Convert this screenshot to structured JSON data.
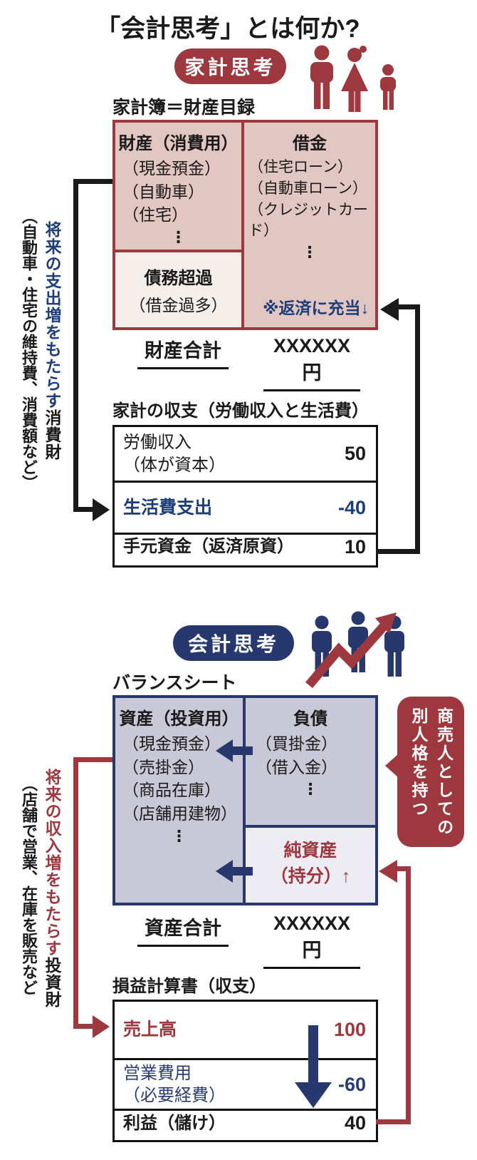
{
  "title": "「会計思考」とは何か?",
  "colors": {
    "dark_red": "#9d383e",
    "navy": "#26386e",
    "blue_text": "#1e3e7a",
    "navy_text": "#2a3c74",
    "pink_bg": "#e1c6c2",
    "offwhite_bg": "#f3eeea",
    "lavender_bg": "#c8c8d6",
    "light_cell_bg": "#ececf2"
  },
  "household": {
    "badge_label": "家計思考",
    "family_icon": "family-icon",
    "ledger_title": "家計簿＝財産目録",
    "assets_cell": {
      "header": "財産（消費用）",
      "items": [
        "（現金預金）",
        "（自動車）",
        "（住宅）"
      ],
      "more": "⋮"
    },
    "debt_cell": {
      "header": "借金",
      "items": [
        "（住宅ローン）",
        "（自動車ローン）",
        "（クレジットカード）"
      ],
      "more": "⋮",
      "repayment_note": "※返済に充当↓"
    },
    "insolvency_cell": {
      "title": "債務超過",
      "subtitle": "（借金過多）"
    },
    "total_label": "財産合計",
    "total_value": "XXXXXX円",
    "cashflow_title": "家計の収支（労働収入と生活費）",
    "cashflow_rows": [
      {
        "label": "労働収入",
        "sublabel": "（体が資本）",
        "value": "50"
      },
      {
        "label": "生活費支出",
        "sublabel": "",
        "value": "-40"
      },
      {
        "label": "手元資金（返済原資）",
        "sublabel": "",
        "value": "10"
      }
    ],
    "side_note": {
      "lead": "将来の支出増をもたらす",
      "tail": "消費財",
      "detail": "（自動車・住宅の維持費、消費額など）"
    }
  },
  "accounting": {
    "badge_label": "会計思考",
    "growth_icon": "people-growth-icon",
    "sheet_title": "バランスシート",
    "assets_cell": {
      "header": "資産（投資用）",
      "items": [
        "（現金預金）",
        "（売掛金）",
        "（商品在庫）",
        "（店舗用建物）"
      ],
      "more": "⋮"
    },
    "liabilities_cell": {
      "header": "負債",
      "items": [
        "（買掛金）",
        "（借入金）"
      ],
      "more": "⋮"
    },
    "net_assets_cell": {
      "line1": "純資産",
      "line2": "（持分）↑"
    },
    "total_label": "資産合計",
    "total_value": "XXXXXX円",
    "pl_title": "損益計算書（収支）",
    "pl_rows": [
      {
        "label": "売上高",
        "sublabel": "",
        "value": "100"
      },
      {
        "label": "営業費用",
        "sublabel": "（必要経費）",
        "value": "-60"
      },
      {
        "label": "利益（儲け）",
        "sublabel": "",
        "value": "40"
      }
    ],
    "bubble": {
      "line1": "商売人としての",
      "line2": "別人格を持つ"
    },
    "side_note": {
      "lead": "将来の収入増をもたらす",
      "tail": "投資財",
      "detail": "（店舗で営業、在庫を販売など"
    }
  }
}
